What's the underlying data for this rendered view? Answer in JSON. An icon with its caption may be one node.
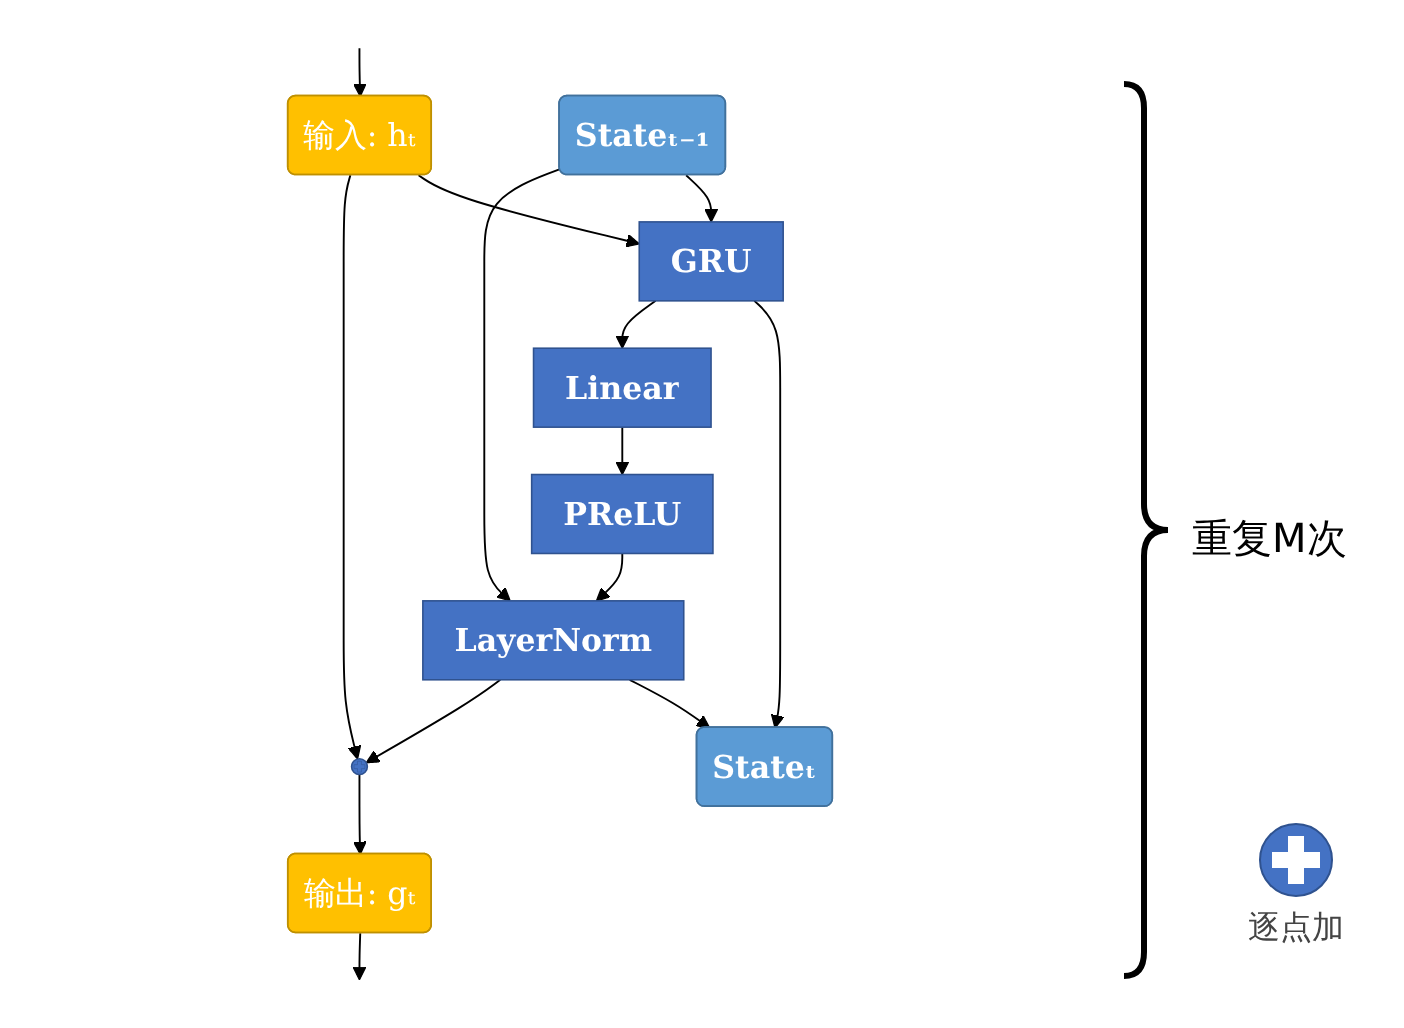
{
  "diagram": {
    "nodes": [
      {
        "text": [
          "输入: hₜ"
        ]
      },
      {
        "text": [
          "Stateₜ₋₁"
        ]
      },
      {
        "text": [
          "GRU"
        ]
      },
      {
        "text": [
          "Stateₜ"
        ]
      },
      {
        "text": [
          "Linear"
        ]
      },
      {
        "text": [
          "PReLU"
        ]
      },
      {
        "text": [
          "LayerNorm"
        ]
      },
      {
        "text": [],
        "shape": "circle"
      },
      {
        "text": [
          "输出: gₜ"
        ]
      }
    ],
    "edges": [
      {
        "from": null,
        "to": 0,
        "arrow": "to"
      },
      {
        "from": 0,
        "to": 2,
        "arrow": "to"
      },
      {
        "from": 1,
        "to": 2,
        "arrow": "to"
      },
      {
        "from": 2,
        "to": 3,
        "arrow": "to"
      },
      {
        "from": 2,
        "to": 4,
        "arrow": "to"
      },
      {
        "from": 4,
        "to": 5,
        "arrow": "to"
      },
      {
        "from": 5,
        "to": 6,
        "arrow": "to"
      },
      {
        "from": 1,
        "to": 6,
        "arrow": "to"
      },
      {
        "from": 6,
        "to": 3,
        "arrow": "to"
      },
      {
        "from": 0,
        "to": 7,
        "arrow": "to"
      },
      {
        "from": 6,
        "to": 7,
        "arrow": "to"
      },
      {
        "from": 7,
        "to": 8,
        "arrow": "to"
      },
      {
        "from": 8,
        "to": null,
        "arrow": "to"
      }
    ],
    "labels": [
      "重复M次"
    ],
    "legend": [
      {
        "text": "逐点加"
      }
    ]
  }
}
